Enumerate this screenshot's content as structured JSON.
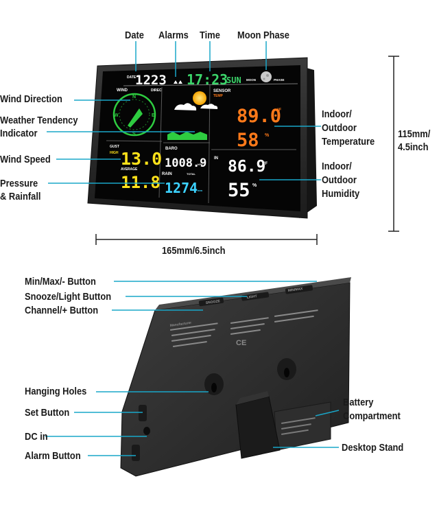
{
  "front": {
    "top_labels": {
      "date": "Date",
      "alarms": "Alarms",
      "time": "Time",
      "moon_phase": "Moon Phase"
    },
    "left_labels": {
      "wind_direction": "Wind Direction",
      "weather_tendency_1": "Weather Tendency",
      "weather_tendency_2": "Indicator",
      "wind_speed": "Wind Speed",
      "pressure_1": "Pressure",
      "pressure_2": "& Rainfall"
    },
    "right_labels": {
      "temp_1": "Indoor/",
      "temp_2": "Outdoor",
      "temp_3": "Temperature",
      "hum_1": "Indoor/",
      "hum_2": "Outdoor",
      "hum_3": "Humidity"
    },
    "dimensions": {
      "height_1": "115mm/",
      "height_2": "4.5inch",
      "width": "165mm/6.5inch"
    },
    "screen": {
      "date_tag": "DATE",
      "date": "1223",
      "time": "17:23",
      "day": "SUN",
      "moon_tag": "MOON",
      "phase_tag": "PHASE",
      "wind_tag": "WIND",
      "dir_tag": "DIREC",
      "compass_n": "N",
      "compass_s": "S",
      "compass_e": "E",
      "compass_w": "W",
      "gust_tag": "GUST",
      "high_tag": "HIGH",
      "gust": "13.0",
      "avg_tag": "AVERAGE",
      "average": "11.8",
      "baro_tag": "BARO",
      "pressure": "1008.9",
      "hpa_tag": "hPa",
      "rain_tag": "RAIN",
      "total_tag": "TOTAL",
      "rain": "1274",
      "mm_tag": "mm",
      "sensor_tag": "SENSOR",
      "temp_tag": "TEMP",
      "out_temp": "89.0",
      "out_hum": "58",
      "in_tag": "IN",
      "in_temp": "86.9",
      "in_hum": "55",
      "deg_unit": "°F",
      "pct_unit": "%"
    }
  },
  "back": {
    "left_labels": {
      "minmax": "Min/Max/- Button",
      "snooze": "Snooze/Light Button",
      "channel": "Channel/+ Button",
      "hanging": "Hanging Holes",
      "set": "Set Button",
      "dc": "DC in",
      "alarm": "Alarm Button"
    },
    "right_labels": {
      "battery_1": "Battery",
      "battery_2": "Compartment",
      "stand": "Desktop Stand"
    },
    "sticker_text": "Manufacturer",
    "ce_mark": "CE",
    "button_tags": [
      "SNOOZE",
      "LIGHT",
      "MIN/MAX"
    ]
  },
  "colors": {
    "label_line": "#19a7c9",
    "dim_line": "#222222",
    "screen_bg": "#050505",
    "device_body": "#2b2b2b",
    "orange": "#ff7a1a",
    "yellow": "#ffe21a",
    "cyan": "#3cd2ff",
    "green": "#2ecc40",
    "white": "#ffffff"
  }
}
